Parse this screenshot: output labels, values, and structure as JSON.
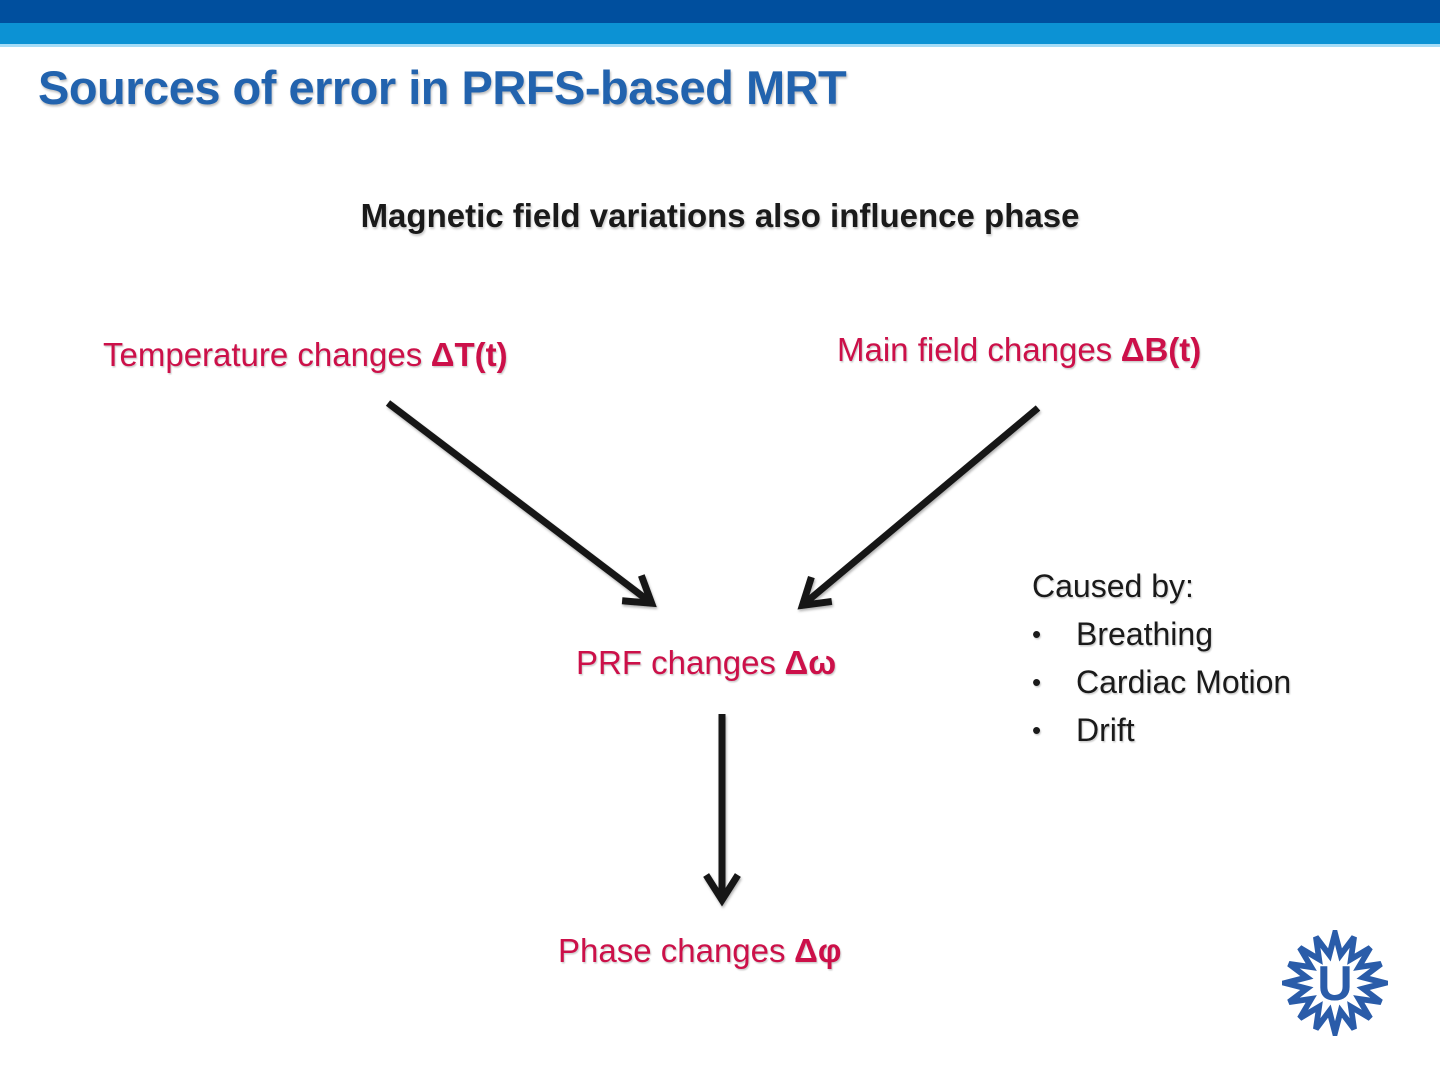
{
  "slide": {
    "title": "Sources of error in PRFS-based MRT",
    "subtitle": "Magnetic field variations also influence phase"
  },
  "diagram": {
    "temperature": {
      "label": "Temperature changes",
      "symbol": "ΔT(t)"
    },
    "main_field": {
      "label": "Main field changes",
      "symbol": "ΔB(t)"
    },
    "prf": {
      "label": "PRF changes",
      "symbol": "Δω"
    },
    "phase": {
      "label": "Phase changes",
      "symbol": "Δφ"
    },
    "caused_by": {
      "heading": "Caused by:",
      "items": [
        "Breathing",
        "Cardiac Motion",
        "Drift"
      ]
    }
  },
  "logo": {
    "letter": "U"
  },
  "colors": {
    "bar_dark": "#004F9E",
    "bar_light": "#0C92D4",
    "title_blue": "#2263AE",
    "accent_red": "#CC1049",
    "text_black": "#1A1A1A",
    "arrow_black": "#161616",
    "logo_blue": "#2A5CA9"
  }
}
